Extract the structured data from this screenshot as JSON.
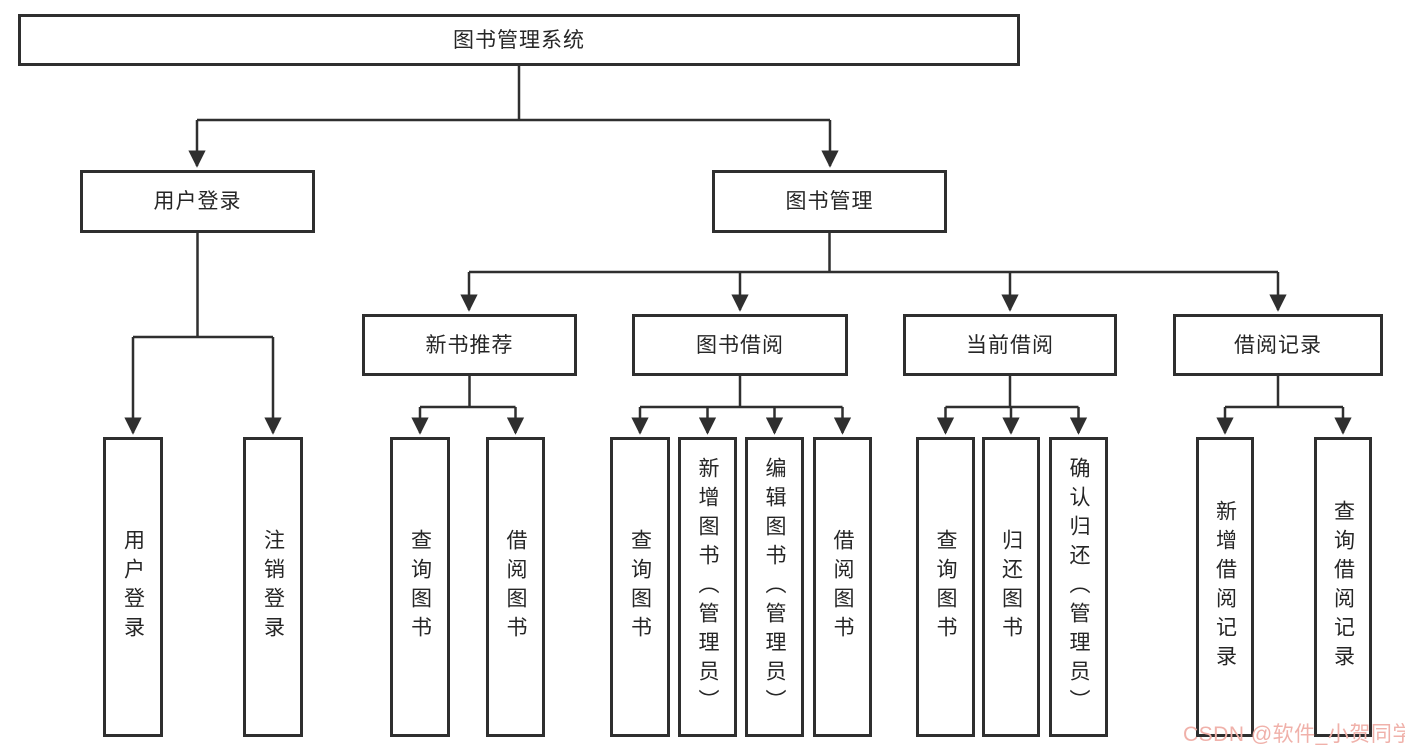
{
  "tree": {
    "label": "图书管理系统",
    "children": [
      {
        "label": "用户登录",
        "children": [
          {
            "label": "用户登录"
          },
          {
            "label": "注销登录"
          }
        ]
      },
      {
        "label": "图书管理",
        "children": [
          {
            "label": "新书推荐",
            "children": [
              {
                "label": "查询图书"
              },
              {
                "label": "借阅图书"
              }
            ]
          },
          {
            "label": "图书借阅",
            "children": [
              {
                "label": "查询图书"
              },
              {
                "label": "新增图书（管理员）"
              },
              {
                "label": "编辑图书（管理员）"
              },
              {
                "label": "借阅图书"
              }
            ]
          },
          {
            "label": "当前借阅",
            "children": [
              {
                "label": "查询图书"
              },
              {
                "label": "归还图书"
              },
              {
                "label": "确认归还（管理员）"
              }
            ]
          },
          {
            "label": "借阅记录",
            "children": [
              {
                "label": "新增借阅记录"
              },
              {
                "label": "查询借阅记录"
              }
            ]
          }
        ]
      }
    ]
  },
  "watermark": {
    "text": "CSDN @软件_小贺同学"
  },
  "colors": {
    "line": "#2f2f2f",
    "text": "#262626",
    "background": "#ffffff",
    "watermark": "#f0b1aa"
  }
}
